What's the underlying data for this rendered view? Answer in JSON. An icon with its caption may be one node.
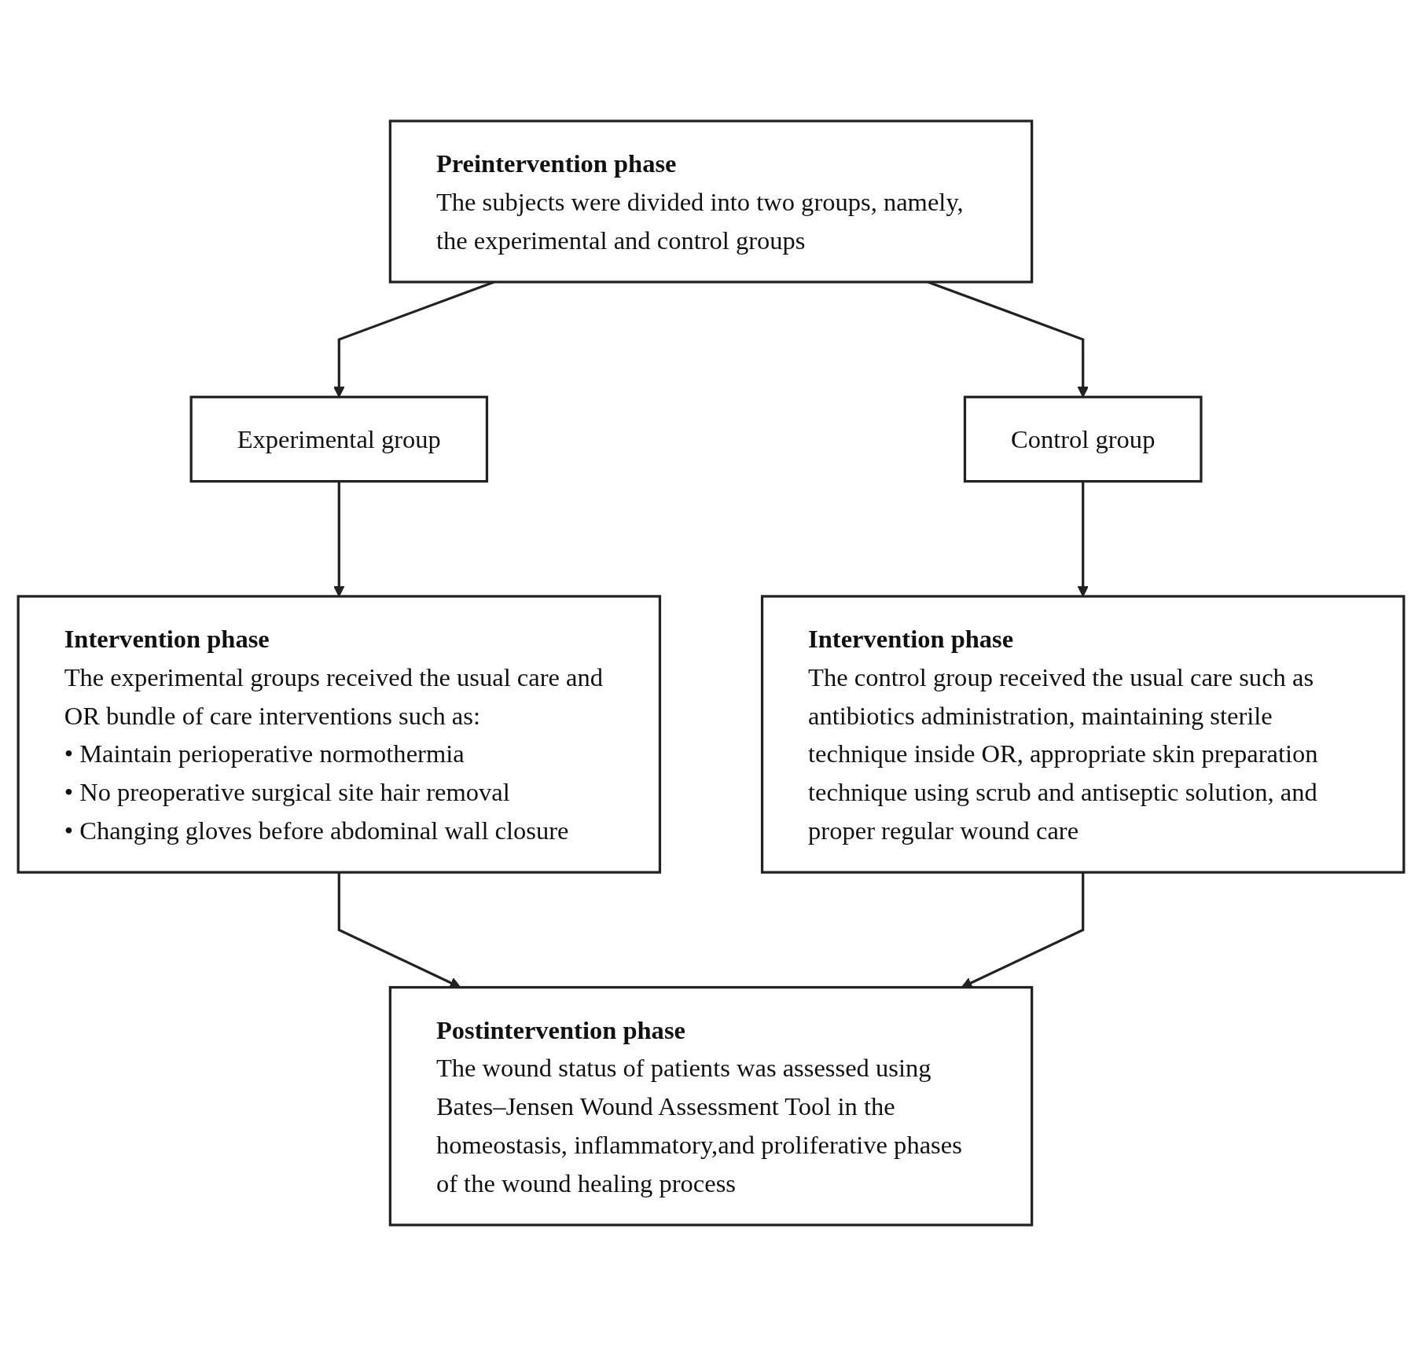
{
  "diagram": {
    "nodes": [
      {
        "text": [
          "Preintervention phase",
          "The subjects were divided into two groups, namely, the experimental and control groups"
        ]
      },
      {
        "text": [
          "Experimental group"
        ]
      },
      {
        "text": [
          "Control group"
        ]
      },
      {
        "text": [
          "Intervention phase",
          "The experimental groups received the usual care and OR bundle of care interventions such as:",
          "• Maintain perioperative normothermia",
          "• No preoperative surgical site hair removal",
          "• Changing gloves before abdominal wall closure"
        ]
      },
      {
        "text": [
          "Intervention phase",
          "The control group received the usual care such as antibiotics administration, maintaining sterile technique inside OR, appropriate skin preparation technique using scrub and antiseptic solution, and proper regular wound care"
        ]
      },
      {
        "text": [
          "Postintervention phase",
          "The wound status of patients was assessed using Bates–Jensen Wound Assessment Tool in the homeostasis, inflammatory,and proliferative phases of the wound healing process"
        ]
      }
    ],
    "edges": [
      {
        "from": 0,
        "to": 1,
        "arrow": "to"
      },
      {
        "from": 0,
        "to": 2,
        "arrow": "to"
      },
      {
        "from": 1,
        "to": 3,
        "arrow": "to"
      },
      {
        "from": 2,
        "to": 4,
        "arrow": "to"
      },
      {
        "from": 3,
        "to": 5,
        "arrow": "to"
      },
      {
        "from": 4,
        "to": 5,
        "arrow": "to"
      }
    ]
  }
}
